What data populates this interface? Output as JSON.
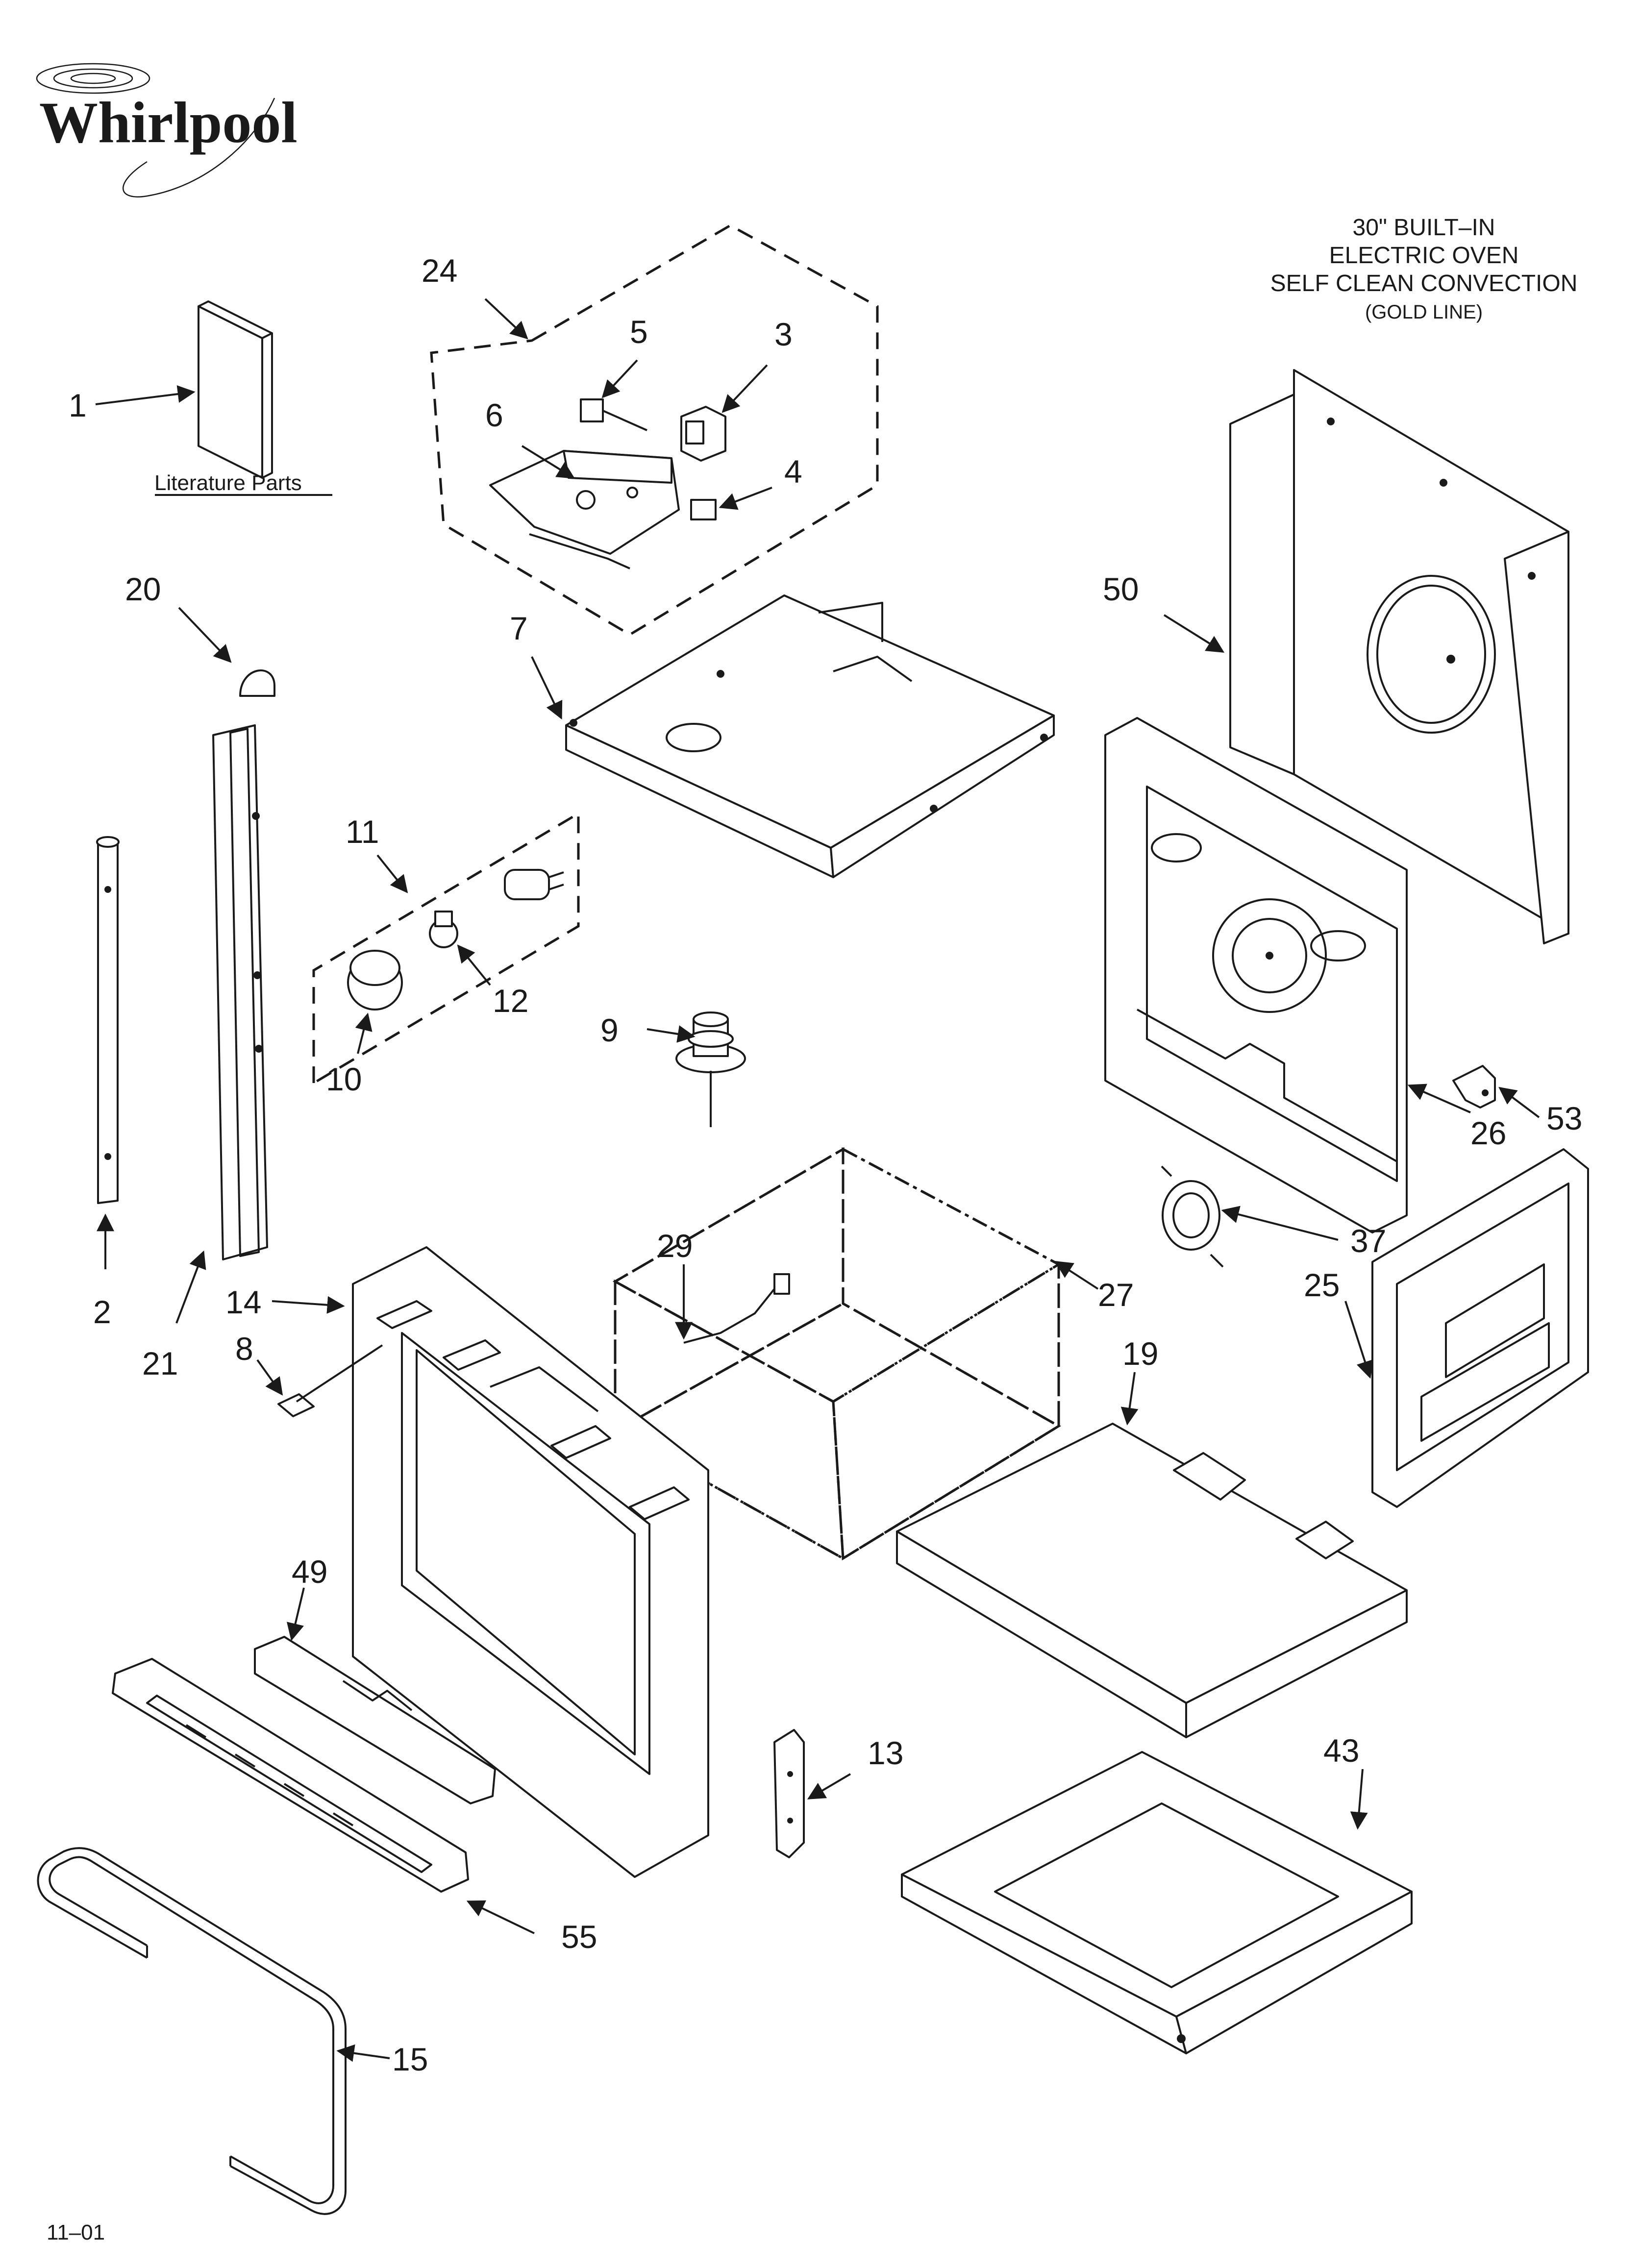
{
  "brand": {
    "name": "Whirlpool"
  },
  "header": {
    "title_lines": [
      "30\" BUILT–IN",
      "ELECTRIC OVEN",
      "SELF CLEAN CONVECTION",
      "(GOLD LINE)"
    ]
  },
  "literature_label": "Literature Parts",
  "footer_code": "11–01",
  "callouts": [
    "1",
    "2",
    "3",
    "4",
    "5",
    "6",
    "7",
    "8",
    "9",
    "10",
    "11",
    "12",
    "13",
    "14",
    "15",
    "19",
    "20",
    "21",
    "24",
    "25",
    "26",
    "27",
    "29",
    "37",
    "43",
    "49",
    "50",
    "53",
    "55"
  ],
  "colors": {
    "ink": "#1a1a1a",
    "paper": "#ffffff"
  }
}
